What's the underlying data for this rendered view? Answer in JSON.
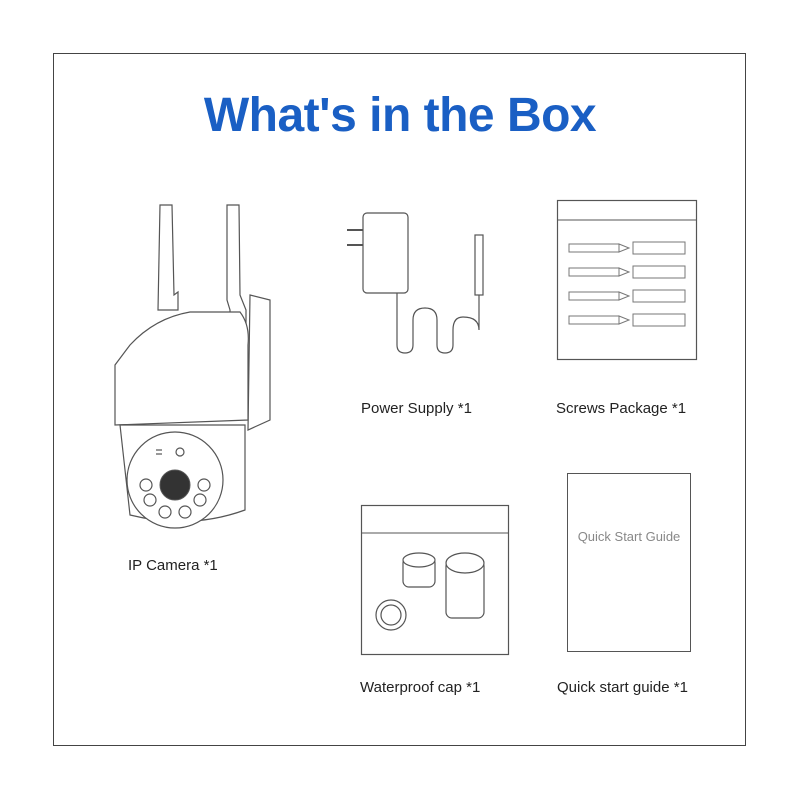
{
  "title": "What's in the Box",
  "items": [
    {
      "label": "IP Camera",
      "qty": "*1"
    },
    {
      "label": "Power Supply",
      "qty": "*1"
    },
    {
      "label": "Screws Package",
      "qty": "*1"
    },
    {
      "label": "Waterproof cap",
      "qty": "*1"
    },
    {
      "label": "Quick start guide",
      "qty": "*1"
    }
  ],
  "guide_cover_text": "Quick Start Guide",
  "colors": {
    "title": "#1a5fc4",
    "line": "#555555"
  }
}
